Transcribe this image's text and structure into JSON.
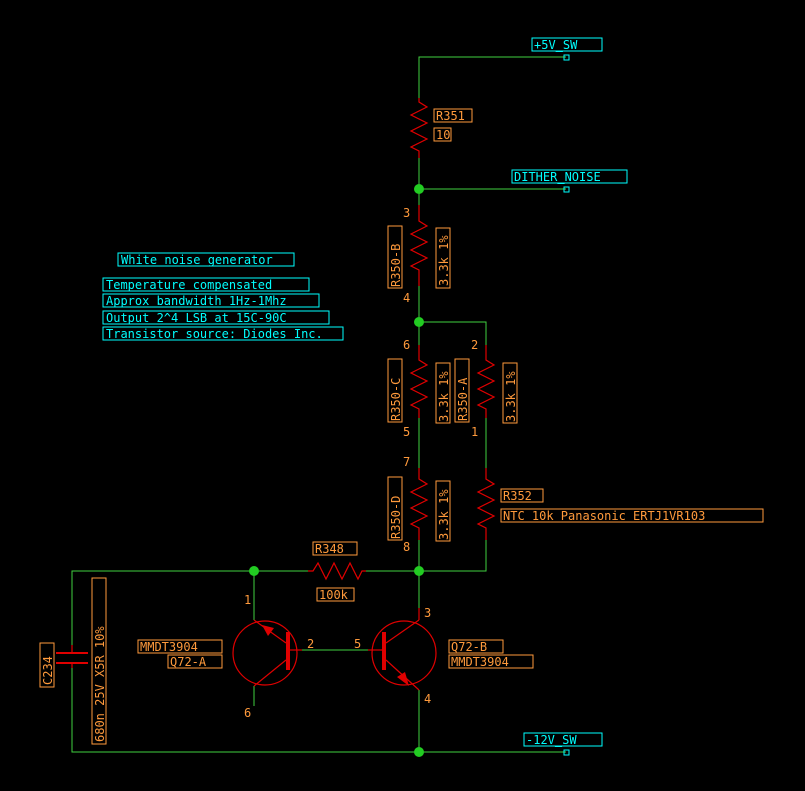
{
  "nets": {
    "vpos": "+5V_SW",
    "dither": "DITHER_NOISE",
    "vneg": "-12V_SW"
  },
  "notes": {
    "title": "White noise generator",
    "line1": "Temperature compensated",
    "line2": "Approx bandwidth 1Hz-1Mhz",
    "line3": "Output 2^4 LSB at 15C-90C",
    "line4": "Transistor source: Diodes Inc."
  },
  "r351": {
    "ref": "R351",
    "value": "10"
  },
  "r350b": {
    "ref": "R350-B",
    "value": "3.3k 1%",
    "pin_top": "3",
    "pin_bot": "4"
  },
  "r350c": {
    "ref": "R350-C",
    "value": "3.3k 1%",
    "pin_top": "6",
    "pin_bot": "5"
  },
  "r350a": {
    "ref": "R350-A",
    "value": "3.3k 1%",
    "pin_top": "2",
    "pin_bot": "1"
  },
  "r350d": {
    "ref": "R350-D",
    "value": "3.3k 1%",
    "pin_top": "7",
    "pin_bot": "8"
  },
  "r352": {
    "ref": "R352",
    "value": "NTC 10k Panasonic ERTJ1VR103"
  },
  "r348": {
    "ref": "R348",
    "value": "100k"
  },
  "c234": {
    "ref": "C234",
    "value": "680n 25V X5R 10%"
  },
  "q72a": {
    "part": "MMDT3904",
    "ref": "Q72-A",
    "pin1": "1",
    "pin2": "2",
    "pin6": "6"
  },
  "q72b": {
    "part": "MMDT3904",
    "ref": "Q72-B",
    "pin3": "3",
    "pin4": "4",
    "pin5": "5"
  },
  "colors": {
    "background": "#000000",
    "wire": "#3fcf3f",
    "symbol": "#e00000",
    "ref_text": "#ff9a3c",
    "net_text": "#00ffff",
    "junction": "#22cc22"
  }
}
